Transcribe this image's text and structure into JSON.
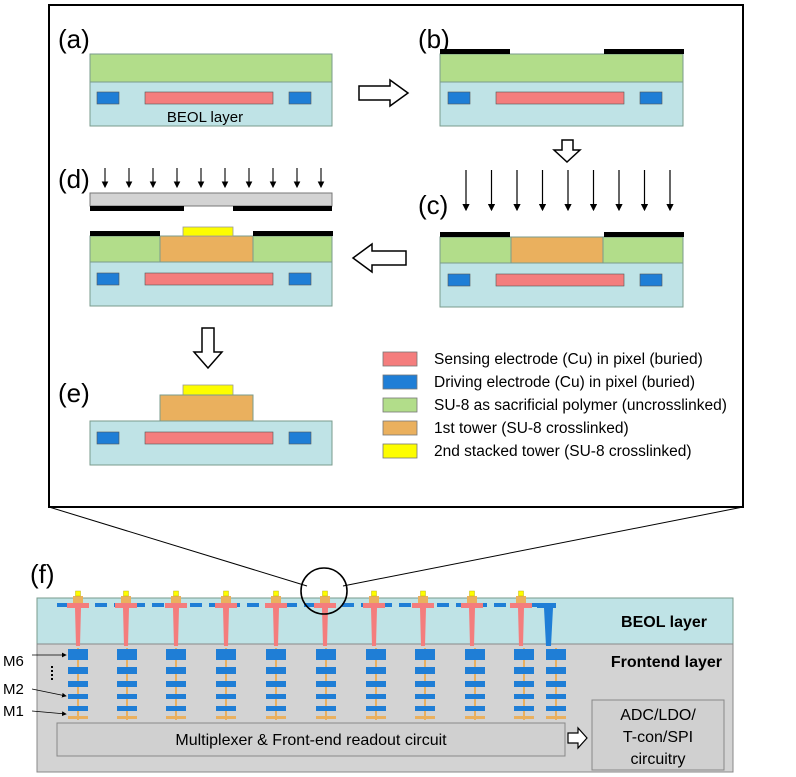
{
  "panels": {
    "a": "(a)",
    "b": "(b)",
    "c": "(c)",
    "d": "(d)",
    "e": "(e)",
    "f": "(f)"
  },
  "inner_labels": {
    "beol_layer_small": "BEOL layer"
  },
  "legend": [
    {
      "label": "Sensing electrode (Cu) in pixel (buried)",
      "color": "#f47d7d"
    },
    {
      "label": "Driving electrode (Cu) in pixel (buried)",
      "color": "#1f7ed6"
    },
    {
      "label": "SU-8 as sacrificial polymer (uncrosslinked)",
      "color": "#b2dd8a"
    },
    {
      "label": "1st tower (SU-8 crosslinked)",
      "color": "#eab05e"
    },
    {
      "label": "2nd stacked tower (SU-8 crosslinked)",
      "color": "#fdfd00"
    }
  ],
  "cross_section": {
    "beol_label": "BEOL layer",
    "frontend_label": "Frontend layer",
    "metal_labels": [
      "M6",
      "M2",
      "M1"
    ],
    "mux_label": "Multiplexer & Front-end readout circuit",
    "adc_lines": [
      "ADC/LDO/",
      "T-con/SPI",
      "circuitry"
    ]
  },
  "colors": {
    "substrate": "#bfe3e6",
    "sacrificial": "#b2dd8a",
    "tower1": "#eab05e",
    "tower2": "#fdfd00",
    "sensing": "#f47d7d",
    "driving": "#1f7ed6",
    "frontend": "#d3d3d3",
    "mask": "#000000"
  }
}
